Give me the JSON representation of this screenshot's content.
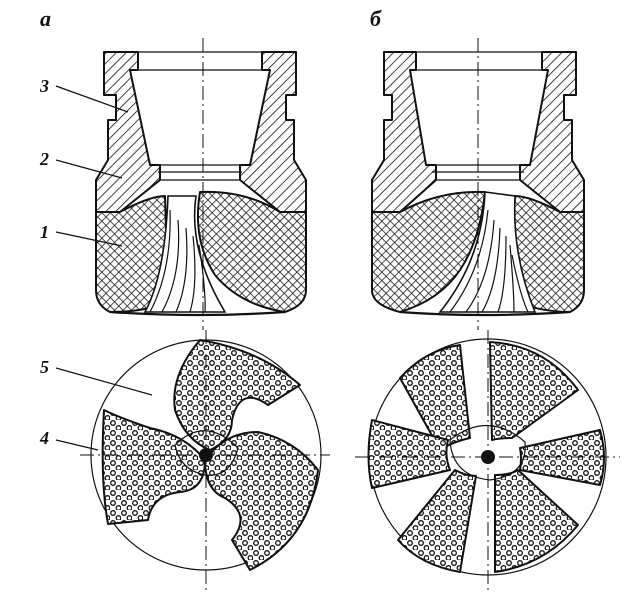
{
  "panels": {
    "a": "а",
    "b": "б"
  },
  "callouts": {
    "c1": "1",
    "c2": "2",
    "c3": "3",
    "c4": "4",
    "c5": "5"
  },
  "colors": {
    "ink": "#111111",
    "paper": "#ffffff"
  }
}
